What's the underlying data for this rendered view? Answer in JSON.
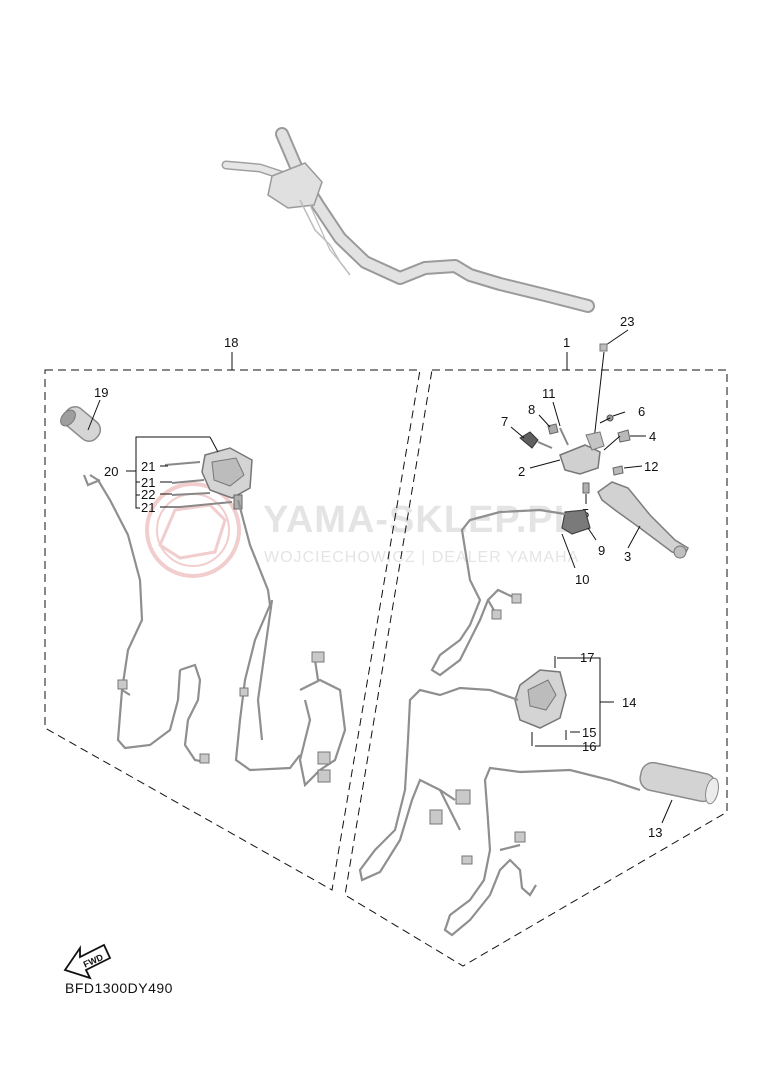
{
  "diagram": {
    "code": "BFD1300DY490",
    "fwd_arrow_label": "FWD",
    "watermark": {
      "title": "YAMA-SKLEP.PL",
      "subtitle": "WOJCIECHOWICZ | DEALER YAMAHA"
    },
    "callouts": {
      "c1": "1",
      "c2": "2",
      "c3": "3",
      "c4": "4",
      "c5": "5",
      "c6": "6",
      "c7": "7",
      "c8": "8",
      "c9": "9",
      "c10": "10",
      "c11": "11",
      "c12": "12",
      "c13": "13",
      "c14": "14",
      "c15": "15",
      "c16": "16",
      "c17": "17",
      "c18": "18",
      "c19": "19",
      "c20": "20",
      "c21a": "21",
      "c21b": "21",
      "c21c": "21",
      "c22": "22",
      "c23": "23"
    }
  },
  "colors": {
    "line": "#111111",
    "part_fill": "#d9d9d9",
    "part_stroke": "#8c8c8c",
    "watermark": "#e6a5a5"
  }
}
